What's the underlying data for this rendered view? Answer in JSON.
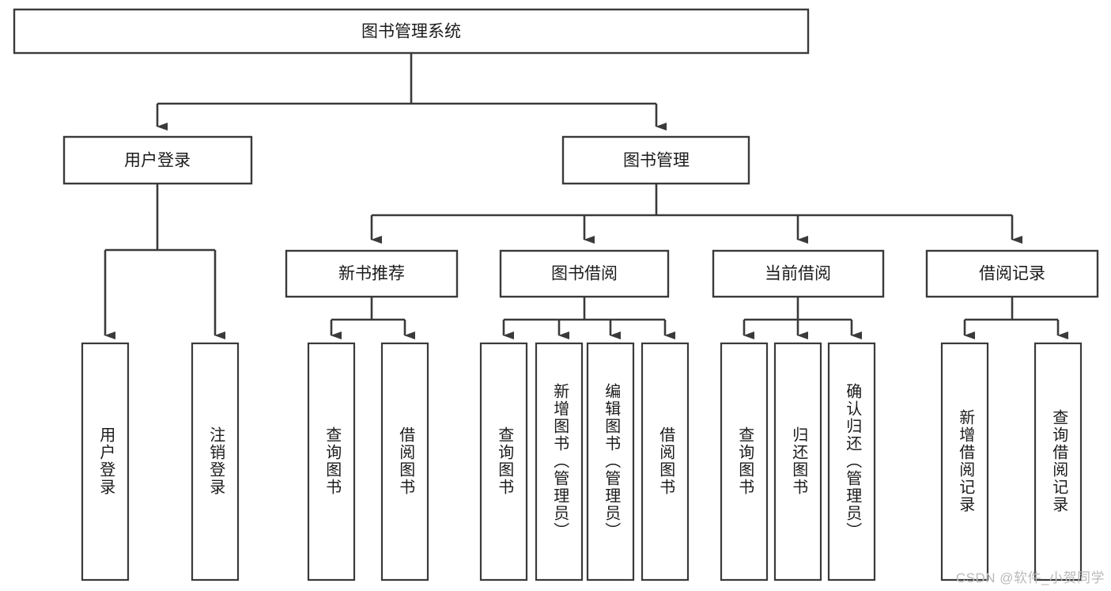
{
  "diagram": {
    "type": "tree",
    "title": "图书管理系统",
    "orientation": "top-down",
    "watermark": "CSDN @软件_小贺同学",
    "colors": {
      "box_fill": "#ffffff",
      "box_stroke": "#3a3a3a",
      "text": "#1b1b1b",
      "watermark": "#b9b9b9",
      "background": "#ffffff"
    },
    "root": {
      "id": "root",
      "label": "图书管理系统"
    },
    "level2": [
      {
        "id": "user-login",
        "label": "用户登录"
      },
      {
        "id": "book-manage",
        "label": "图书管理"
      }
    ],
    "level3": [
      {
        "id": "new-book-recommend",
        "label": "新书推荐",
        "parent": "book-manage"
      },
      {
        "id": "book-borrow",
        "label": "图书借阅",
        "parent": "book-manage"
      },
      {
        "id": "current-borrow",
        "label": "当前借阅",
        "parent": "book-manage"
      },
      {
        "id": "borrow-record",
        "label": "借阅记录",
        "parent": "book-manage"
      }
    ],
    "leaves": [
      {
        "id": "leaf-user-login",
        "label": "用户登录",
        "parent": "user-login"
      },
      {
        "id": "leaf-logout-login",
        "label": "注销登录",
        "parent": "user-login"
      },
      {
        "id": "leaf-query-book-1",
        "label": "查询图书",
        "parent": "new-book-recommend"
      },
      {
        "id": "leaf-borrow-book-1",
        "label": "借阅图书",
        "parent": "new-book-recommend"
      },
      {
        "id": "leaf-query-book-2",
        "label": "查询图书",
        "parent": "book-borrow"
      },
      {
        "id": "leaf-add-book",
        "label": "新增图书（管理员）",
        "parent": "book-borrow"
      },
      {
        "id": "leaf-edit-book",
        "label": "编辑图书（管理员）",
        "parent": "book-borrow"
      },
      {
        "id": "leaf-borrow-book-2",
        "label": "借阅图书",
        "parent": "book-borrow"
      },
      {
        "id": "leaf-query-book-3",
        "label": "查询图书",
        "parent": "current-borrow"
      },
      {
        "id": "leaf-return-book",
        "label": "归还图书",
        "parent": "current-borrow"
      },
      {
        "id": "leaf-confirm-return",
        "label": "确认归还（管理员）",
        "parent": "current-borrow"
      },
      {
        "id": "leaf-add-borrow-record",
        "label": "新增借阅记录",
        "parent": "borrow-record"
      },
      {
        "id": "leaf-query-borrow-record",
        "label": "查询借阅记录",
        "parent": "borrow-record"
      }
    ]
  }
}
